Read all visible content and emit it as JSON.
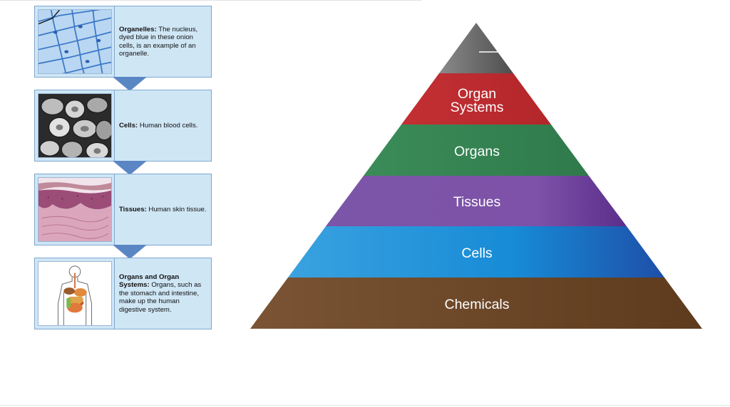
{
  "organization_cards": [
    {
      "title": "Organelles:",
      "text": "The nucleus, dyed blue in these onion cells, is an example of an organelle.",
      "image": "onion-cells-micrograph"
    },
    {
      "title": "Cells:",
      "text": "Human blood cells.",
      "image": "blood-cells-micrograph"
    },
    {
      "title": "Tissues:",
      "text": "Human skin tissue.",
      "image": "skin-tissue-micrograph"
    },
    {
      "title": "Organs and Organ Systems:",
      "text": "Organs, such as the stomach and intestine, make up the human digestive system.",
      "image": "digestive-system-illustration"
    }
  ],
  "pyramid": {
    "levels": [
      {
        "label": "",
        "color": "#6b6b6b"
      },
      {
        "label": "Organ\nSystems",
        "color": "#be2a2e"
      },
      {
        "label": "Organs",
        "color": "#3a8a57"
      },
      {
        "label": "Tissues",
        "color": "#7a4fa6"
      },
      {
        "label": "Cells",
        "color": "#1e8bd2"
      },
      {
        "label": "Chemicals",
        "color": "#6b4527"
      }
    ]
  },
  "colors": {
    "card_fill": "#cfe6f5",
    "card_border": "#7fa7cf",
    "arrow": "#5b86c4"
  }
}
